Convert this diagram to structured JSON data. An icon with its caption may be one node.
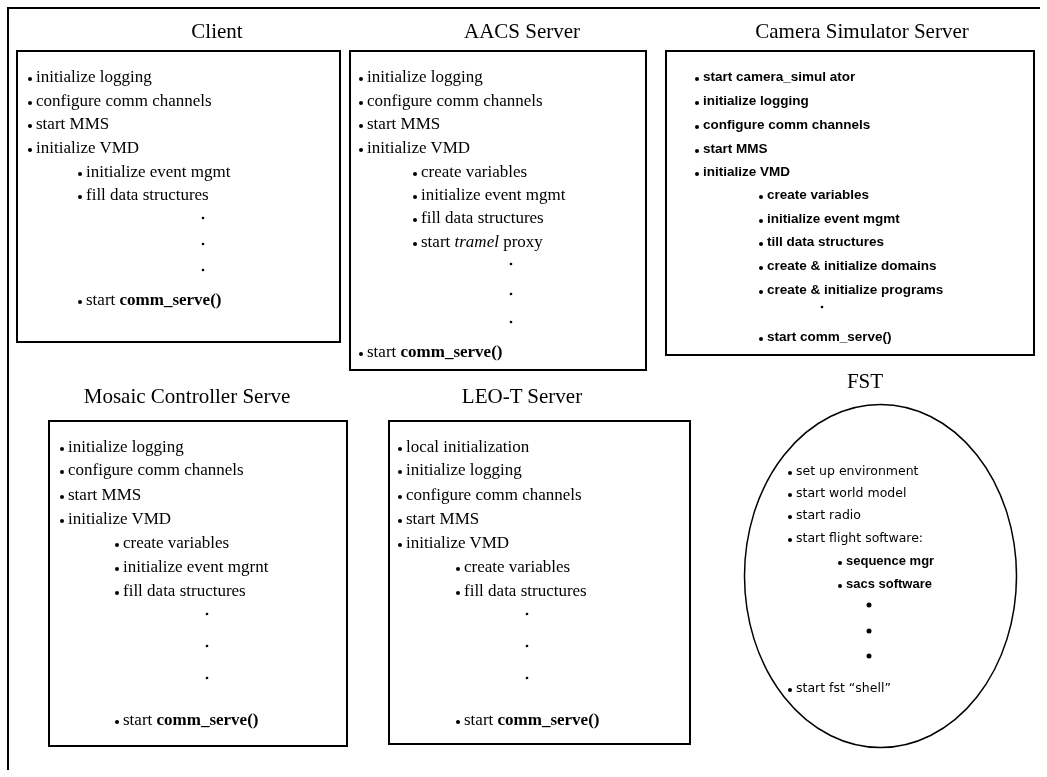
{
  "diagram": {
    "nodes": [
      {
        "text": [
          "Client",
          "initialize logging",
          "configure comm channels",
          "start MMS",
          "initialize VMD",
          "initialize event mgmt",
          "fill data structures",
          "start **comm_serve()**"
        ]
      },
      {
        "text": [
          "AACS Server",
          "initialize logging",
          "configure comm channels",
          "start MMS",
          "initialize VMD",
          "create variables",
          "initialize event mgmt",
          "fill data structures",
          "start *tramel* proxy",
          "start **comm_serve()**"
        ]
      },
      {
        "text": [
          "Camera Simulator Server",
          "start camera_simul ator",
          "initialize logging",
          "configure comm channels",
          "start MMS",
          "initialize VMD",
          "create variables",
          "initialize event mgmt",
          "till data structures",
          "create & initialize domains",
          "create & initialize programs",
          "start comm_serve()"
        ]
      },
      {
        "text": [
          "Mosaic Controller Serve",
          "initialize logging",
          "configure comm channels",
          "start MMS",
          "initialize VMD",
          "create variables",
          "initialize event mgrnt",
          "fill data structures",
          "start **comm_serve()**"
        ]
      },
      {
        "text": [
          "LEO-T Server",
          "local initialization",
          "initialize logging",
          "configure comm channels",
          "start MMS",
          "initialize VMD",
          "create variables",
          "fill data structures",
          "start **comm_serve()**"
        ]
      },
      {
        "text": [
          "FST",
          "set up environment",
          "start world model",
          "start radio",
          "start flight software:",
          "sequence mgr",
          "sacs software",
          "start fst “shell”"
        ]
      }
    ]
  }
}
